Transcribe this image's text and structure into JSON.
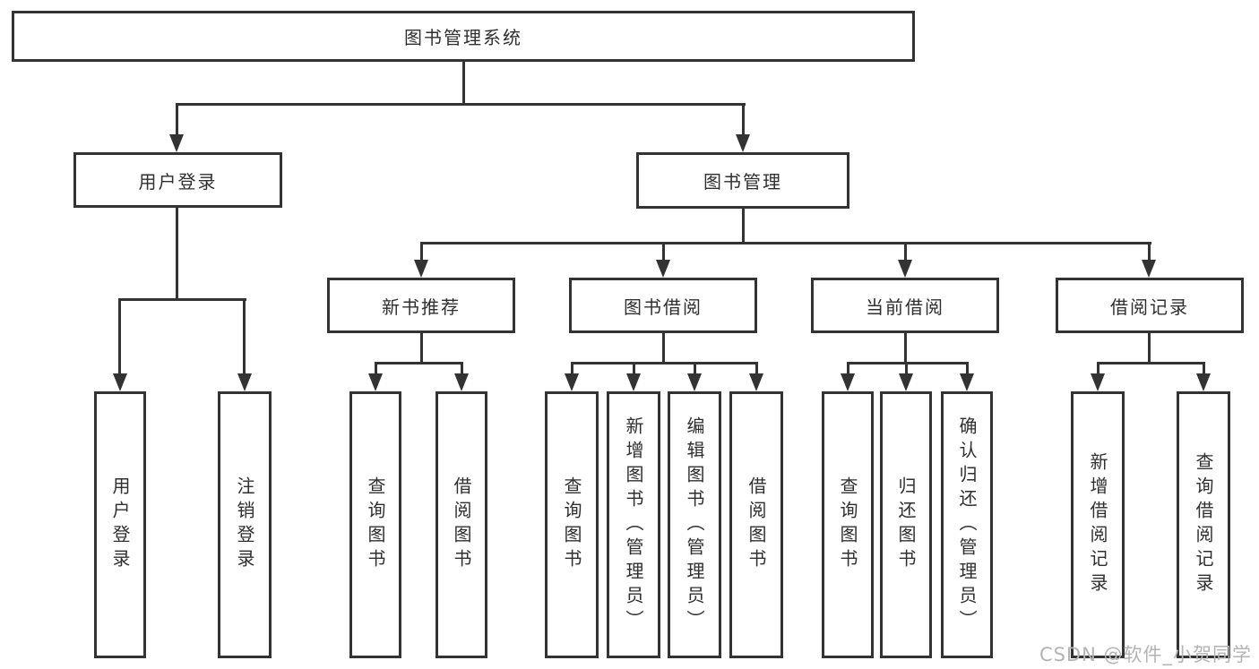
{
  "diagram": {
    "root": {
      "label": "图书管理系统",
      "children": [
        {
          "label": "用户登录",
          "children": [
            {
              "label": "用户登录"
            },
            {
              "label": "注销登录"
            }
          ]
        },
        {
          "label": "图书管理",
          "children": [
            {
              "label": "新书推荐",
              "children": [
                {
                  "label": "查询图书"
                },
                {
                  "label": "借阅图书"
                }
              ]
            },
            {
              "label": "图书借阅",
              "children": [
                {
                  "label": "查询图书"
                },
                {
                  "label": "新增图书（管理员）"
                },
                {
                  "label": "编辑图书（管理员）"
                },
                {
                  "label": "借阅图书"
                }
              ]
            },
            {
              "label": "当前借阅",
              "children": [
                {
                  "label": "查询图书"
                },
                {
                  "label": "归还图书"
                },
                {
                  "label": "确认归还（管理员）"
                }
              ]
            },
            {
              "label": "借阅记录",
              "children": [
                {
                  "label": "新增借阅记录"
                },
                {
                  "label": "查询借阅记录"
                }
              ]
            }
          ]
        }
      ]
    }
  },
  "watermark": {
    "text": "CSDN @软件_小贺同学"
  },
  "colors": {
    "line": "#333333",
    "box_border": "#333333",
    "box_fill": "#ffffff",
    "text": "#2f2f2f",
    "watermark": "#b3b3b3",
    "background": "#ffffff"
  }
}
